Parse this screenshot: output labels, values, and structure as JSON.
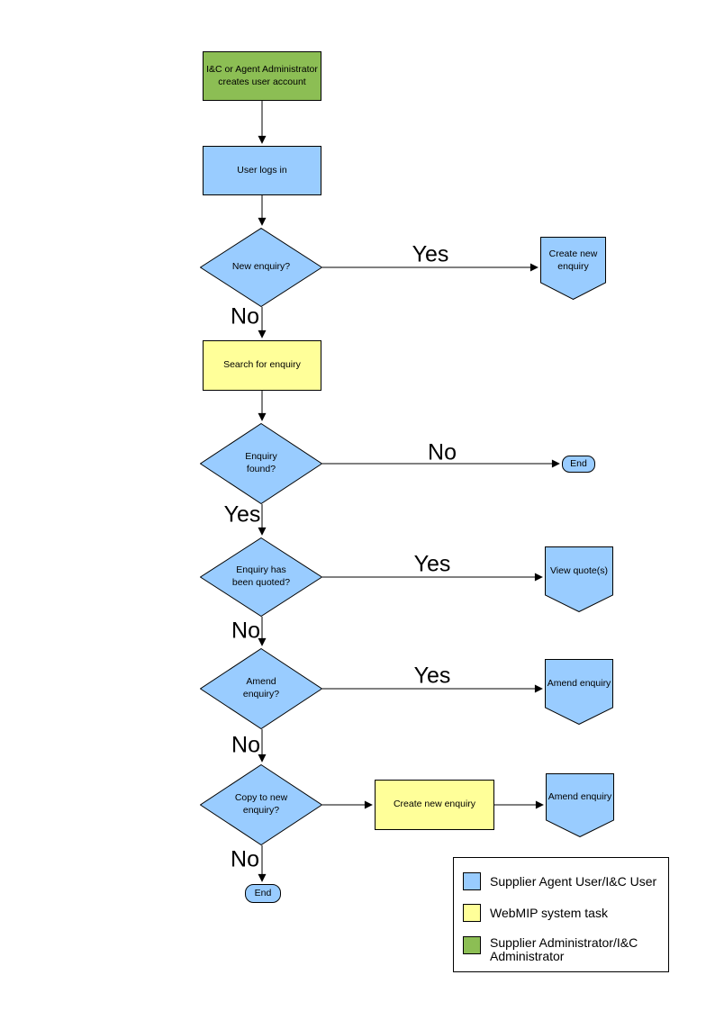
{
  "colors": {
    "user_fill": "#99CCFF",
    "system_fill": "#FFFF99",
    "admin_fill": "#8CBE54",
    "stroke": "#000000"
  },
  "nodes": {
    "admin_create": {
      "label": "I&C or Agent Administrator\ncreates user account"
    },
    "login": {
      "label": "User logs in"
    },
    "new_enquiry": {
      "label": "New enquiry?"
    },
    "create_enquiry_offpage": {
      "label": "Create new\nenquiry"
    },
    "search": {
      "label": "Search for enquiry"
    },
    "found": {
      "label": "Enquiry\nfound?"
    },
    "end_right": {
      "label": "End"
    },
    "quoted": {
      "label": "Enquiry has\nbeen quoted?"
    },
    "view_quotes": {
      "label": "View quote(s)"
    },
    "amend_question": {
      "label": "Amend\nenquiry?"
    },
    "amend_offpage": {
      "label": "Amend enquiry"
    },
    "copy_question": {
      "label": "Copy to new\nenquiry?"
    },
    "create_enquiry_task": {
      "label": "Create new enquiry"
    },
    "amend_offpage2": {
      "label": "Amend enquiry"
    },
    "end_bottom": {
      "label": "End"
    }
  },
  "edge_labels": {
    "yes_new": "Yes",
    "no_new": "No",
    "no_found": "No",
    "yes_found": "Yes",
    "yes_quoted": "Yes",
    "no_quoted": "No",
    "yes_amend": "Yes",
    "no_amend": "No",
    "no_copy": "No"
  },
  "legend": {
    "items": [
      {
        "label": "Supplier Agent User/I&C User",
        "color": "#99CCFF"
      },
      {
        "label": "WebMIP system task",
        "color": "#FFFF99"
      },
      {
        "label": "Supplier Administrator/I&C\nAdministrator",
        "color": "#8CBE54"
      }
    ]
  }
}
